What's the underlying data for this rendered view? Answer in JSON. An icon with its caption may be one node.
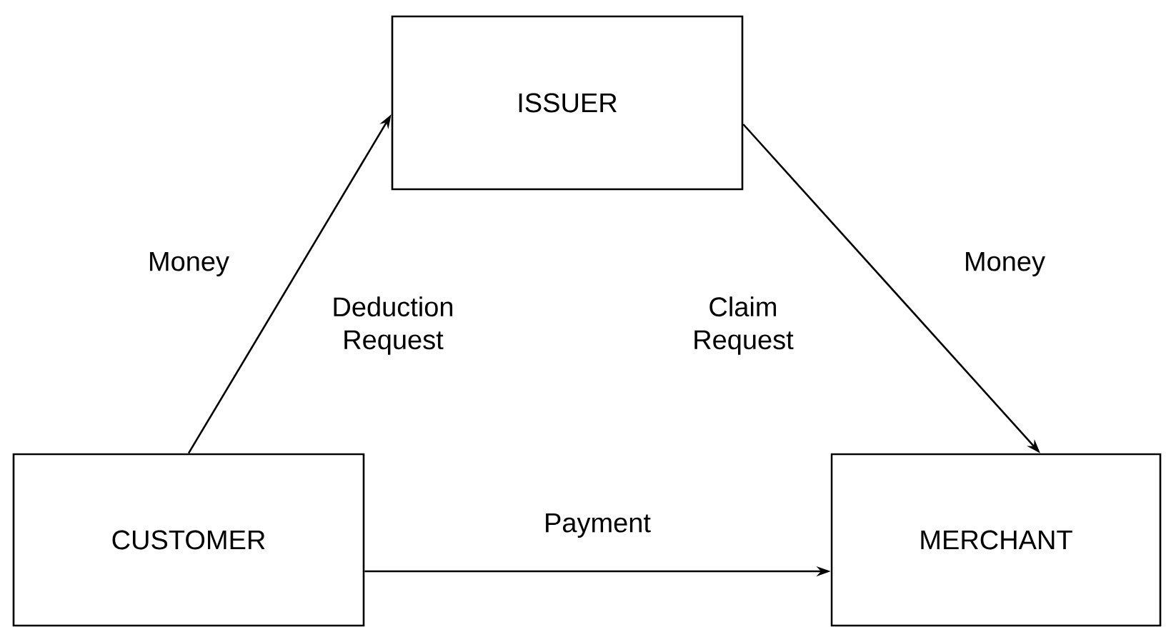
{
  "diagram": {
    "nodes": [
      {
        "text": [
          "ISSUER"
        ]
      },
      {
        "text": [
          "CUSTOMER"
        ]
      },
      {
        "text": [
          "MERCHANT"
        ]
      }
    ],
    "edges": [
      {
        "from": 1,
        "to": 0,
        "arrow": "to",
        "label": "Money"
      },
      {
        "from": 0,
        "to": 2,
        "arrow": "to",
        "label": "Money"
      },
      {
        "from": 1,
        "to": 2,
        "arrow": "to",
        "label": "Payment"
      }
    ],
    "labels": [
      "Deduction Request",
      "Claim Request"
    ]
  }
}
